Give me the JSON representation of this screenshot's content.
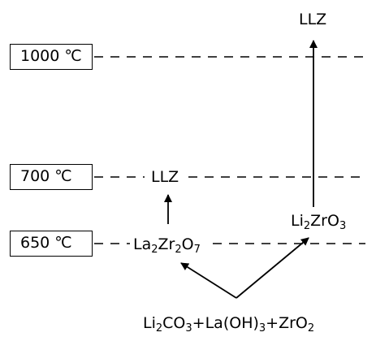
{
  "temperatures": [
    {
      "label": "1000 ℃"
    },
    {
      "label": "700 ℃"
    },
    {
      "label": "650 ℃"
    }
  ],
  "species": {
    "llz_top": "LLZ",
    "llz_mid": "LLZ",
    "li2zro3": "Li₂ZrO₃",
    "la2zr2o7": "La₂Zr₂O₇",
    "precursors": "Li₂CO₃+La(OH)₃+ZrO₂"
  },
  "reaction_paths": [
    {
      "from": "Li₂CO₃+La(OH)₃+ZrO₂",
      "to": "La₂Zr₂O₇"
    },
    {
      "from": "Li₂CO₃+La(OH)₃+ZrO₂",
      "to": "Li₂ZrO₃"
    },
    {
      "from": "La₂Zr₂O₇",
      "to": "LLZ"
    },
    {
      "from": "Li₂ZrO₃",
      "to": "LLZ"
    }
  ]
}
